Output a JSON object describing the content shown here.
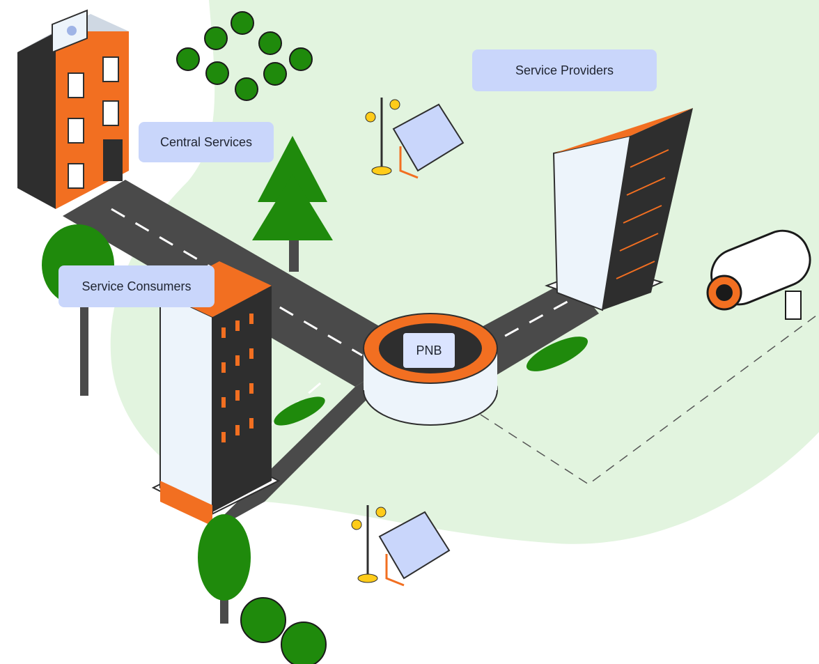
{
  "labels": {
    "service_providers": "Service Providers",
    "central_services": "Central Services",
    "service_consumers": "Service Consumers",
    "hub": "PNB"
  },
  "colors": {
    "ground": "#e2f4df",
    "road": "#4a4a4a",
    "building_orange": "#f26f21",
    "building_dark": "#2e2e2e",
    "building_light": "#edf4fb",
    "tree_green": "#1f8a0c",
    "label_bg": "#c9d6fb"
  },
  "icons": [
    "camera-icon",
    "street-lamp-icon",
    "bench-icon",
    "tree-icon",
    "billboard-icon"
  ]
}
